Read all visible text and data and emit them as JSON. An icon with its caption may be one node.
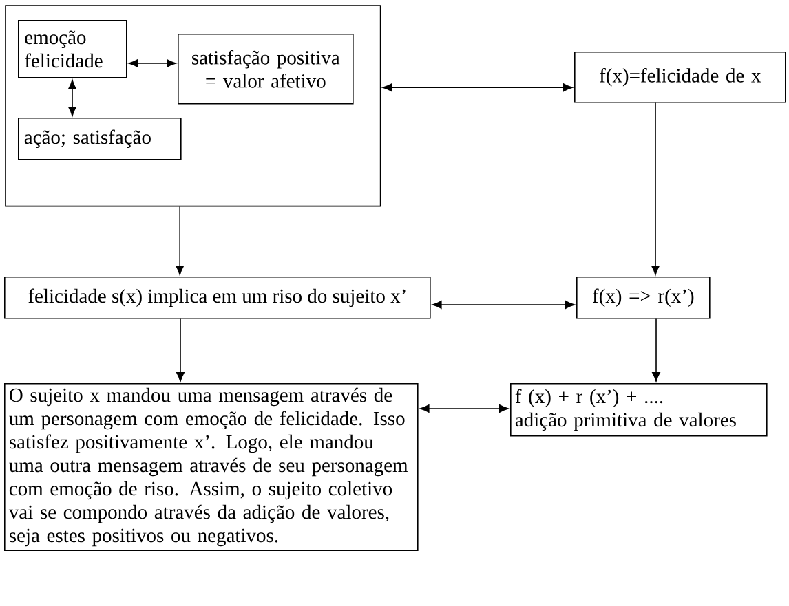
{
  "diagram": {
    "nodes": [
      {
        "text": [],
        "shape": "box"
      },
      {
        "text": [
          "emoção felicidade"
        ],
        "in": 0
      },
      {
        "text": [
          "satisfação positiva = valor afetivo"
        ],
        "in": 0
      },
      {
        "text": [
          "ação; satisfação"
        ],
        "in": 0
      },
      {
        "text": [
          "f(x)=felicidade de x"
        ]
      },
      {
        "text": [
          "felicidade s(x) implica em um riso do sujeito x’"
        ]
      },
      {
        "text": [
          "f(x) => r(x’)"
        ]
      },
      {
        "text": [
          "O sujeito x mandou uma mensagem através de um personagem com emoção de felicidade. Isso satisfez positivamente x’. Logo, ele mandou uma outra mensagem através de seu personagem com emoção de riso. Assim, o sujeito coletivo vai se compondo através da adição de valores, seja estes positivos ou negativos."
        ]
      },
      {
        "text": [
          "f (x) + r (x’) + ....",
          "adição primitiva de valores"
        ]
      }
    ],
    "edges": [
      {
        "from": 1,
        "to": 2,
        "arrow": "both"
      },
      {
        "from": 1,
        "to": 3,
        "arrow": "both"
      },
      {
        "from": 0,
        "to": 4,
        "arrow": "both"
      },
      {
        "from": 0,
        "to": 5,
        "arrow": "to"
      },
      {
        "from": 4,
        "to": 6,
        "arrow": "to"
      },
      {
        "from": 5,
        "to": 6,
        "arrow": "both"
      },
      {
        "from": 5,
        "to": 7,
        "arrow": "to"
      },
      {
        "from": 6,
        "to": 8,
        "arrow": "to"
      },
      {
        "from": 7,
        "to": 8,
        "arrow": "both"
      }
    ]
  }
}
